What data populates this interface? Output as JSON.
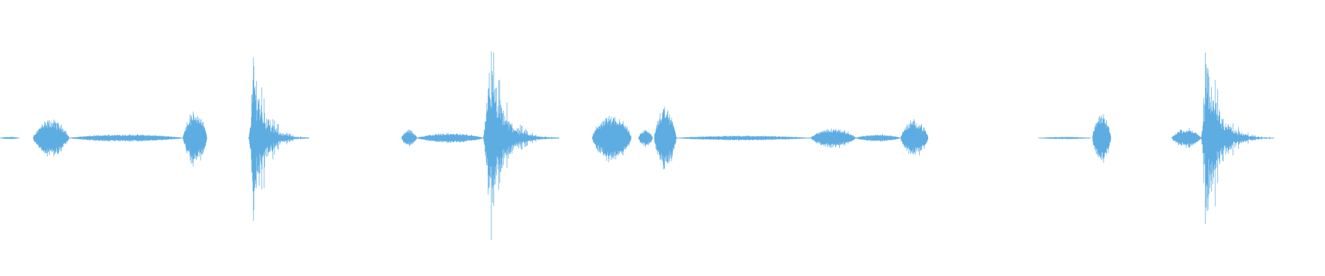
{
  "waveform": {
    "color": "#5dade2",
    "duration_seconds": 1920,
    "max_amplitude": 1.0,
    "segments": [
      {
        "name": "clip-1-lead",
        "start": 0,
        "end": 28,
        "peak": 0.01
      },
      {
        "name": "clip-1-swell",
        "start": 48,
        "end": 100,
        "peak": 0.15
      },
      {
        "name": "clip-1-tail",
        "start": 100,
        "end": 266,
        "peak": 0.03
      },
      {
        "name": "clip-1-pulse",
        "start": 265,
        "end": 300,
        "peak": 0.22
      },
      {
        "name": "clip-2-hit",
        "start": 360,
        "end": 448,
        "peak": 1.0
      },
      {
        "name": "clip-3-blip",
        "start": 582,
        "end": 604,
        "peak": 0.07
      },
      {
        "name": "clip-3-lead",
        "start": 604,
        "end": 700,
        "peak": 0.04
      },
      {
        "name": "clip-3-hit",
        "start": 700,
        "end": 810,
        "peak": 1.0
      },
      {
        "name": "clip-4-swell",
        "start": 858,
        "end": 915,
        "peak": 0.2
      },
      {
        "name": "clip-4-blip",
        "start": 925,
        "end": 946,
        "peak": 0.07
      },
      {
        "name": "clip-4-pulse",
        "start": 948,
        "end": 980,
        "peak": 0.25
      },
      {
        "name": "clip-4-tail",
        "start": 980,
        "end": 1175,
        "peak": 0.02
      },
      {
        "name": "clip-4-hum",
        "start": 1175,
        "end": 1240,
        "peak": 0.08
      },
      {
        "name": "clip-4-tail-2",
        "start": 1240,
        "end": 1305,
        "peak": 0.03
      },
      {
        "name": "clip-4-crackle",
        "start": 1305,
        "end": 1345,
        "peak": 0.15
      },
      {
        "name": "clip-5-lead",
        "start": 1505,
        "end": 1580,
        "peak": 0.01
      },
      {
        "name": "clip-5-pulse",
        "start": 1583,
        "end": 1610,
        "peak": 0.2
      },
      {
        "name": "clip-6-lead",
        "start": 1698,
        "end": 1740,
        "peak": 0.08
      },
      {
        "name": "clip-6-hit",
        "start": 1740,
        "end": 1846,
        "peak": 0.98
      }
    ]
  }
}
